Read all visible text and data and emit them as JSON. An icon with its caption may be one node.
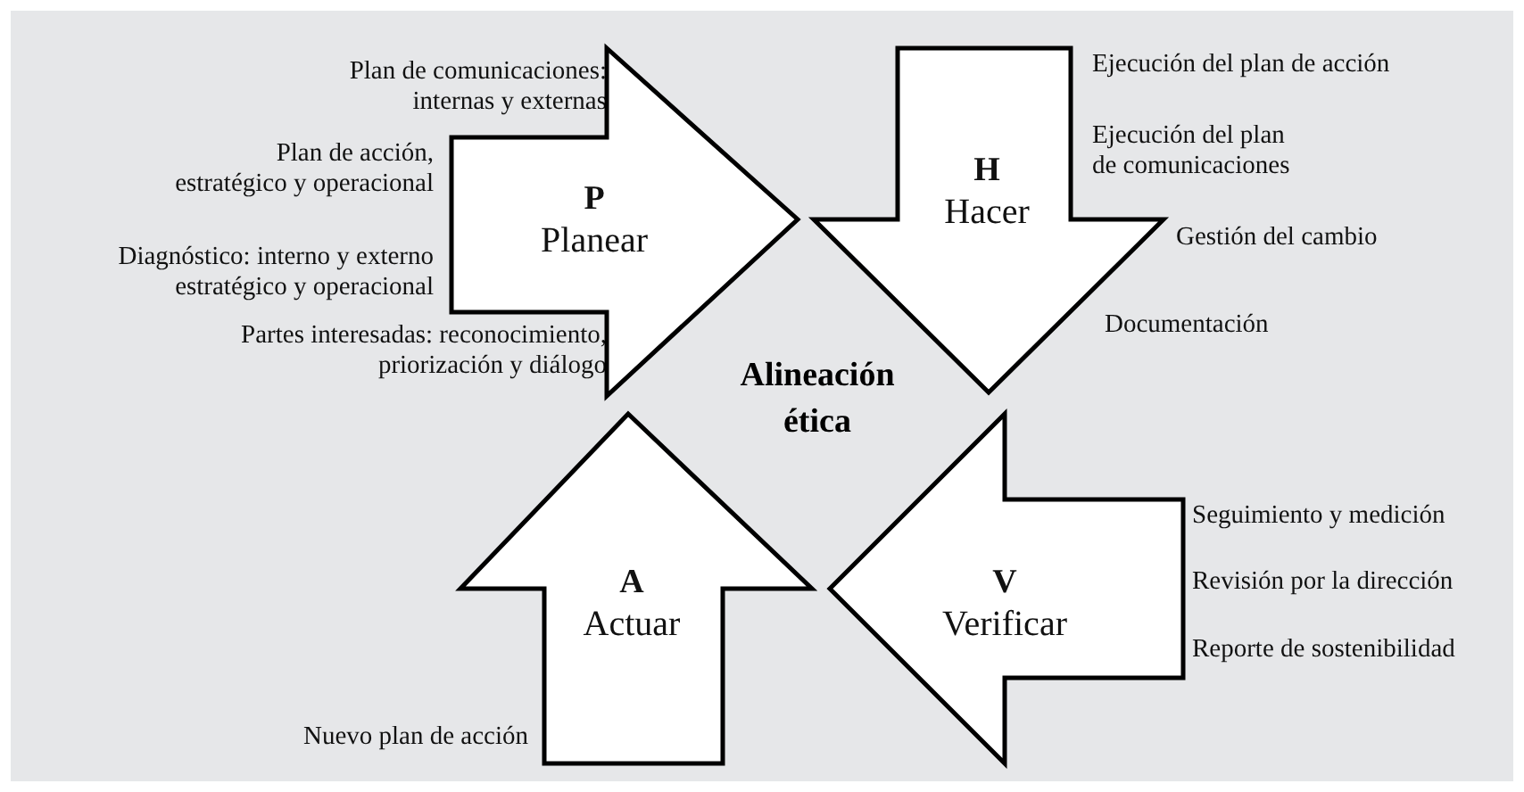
{
  "diagram": {
    "nodes": [
      {
        "text": [
          "P",
          "Planear"
        ],
        "beside": [
          "Plan de comunicaciones: internas y externas",
          "Plan de acción, estratégico y operacional",
          "Diagnóstico: interno y externo estratégico y operacional",
          "Partes interesadas: reconocimiento, priorización y diálogo"
        ]
      },
      {
        "text": [
          "H",
          "Hacer"
        ],
        "beside": [
          "Ejecución del plan de acción",
          "Ejecución del plan de comunicaciones",
          "Gestión del cambio",
          "Documentación"
        ]
      },
      {
        "text": [
          "A",
          "Actuar"
        ],
        "beside": [
          "Nuevo plan de acción"
        ]
      },
      {
        "text": [
          "V",
          "Verificar"
        ],
        "beside": [
          "Seguimiento y medición",
          "Revisión por la dirección",
          "Reporte de sostenibilidad"
        ]
      }
    ],
    "labels": [
      "Alineación ética"
    ]
  }
}
